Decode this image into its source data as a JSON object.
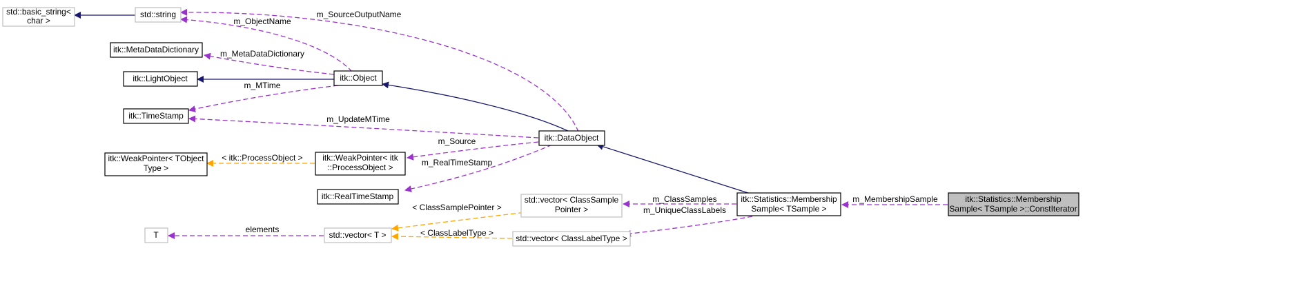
{
  "nodes": {
    "basic_string": [
      "std::basic_string<",
      "char >"
    ],
    "string": [
      "std::string"
    ],
    "meta_data_dictionary": [
      "itk::MetaDataDictionary"
    ],
    "light_object": [
      "itk::LightObject"
    ],
    "object": [
      "itk::Object"
    ],
    "time_stamp": [
      "itk::TimeStamp"
    ],
    "data_object": [
      "itk::DataObject"
    ],
    "weak_pointer_tobject": [
      "itk::WeakPointer< TObject",
      "Type >"
    ],
    "weak_pointer_process": [
      "itk::WeakPointer< itk",
      "::ProcessObject >"
    ],
    "real_time_stamp": [
      "itk::RealTimeStamp"
    ],
    "vector_class_sample": [
      "std::vector< ClassSample",
      "Pointer >"
    ],
    "membership_sample": [
      "itk::Statistics::Membership",
      "Sample< TSample >"
    ],
    "const_iterator": [
      "itk::Statistics::Membership",
      "Sample< TSample >::ConstIterator"
    ],
    "t": [
      "T"
    ],
    "vector_t": [
      "std::vector< T >"
    ],
    "vector_class_label": [
      "std::vector< ClassLabelType >"
    ]
  },
  "edge_labels": {
    "source_output_name": "m_SourceOutputName",
    "object_name": "m_ObjectName",
    "meta_data_dictionary": "m_MetaDataDictionary",
    "mtime": "m_MTime",
    "update_mtime": "m_UpdateMTime",
    "source": "m_Source",
    "process_object": "< itk::ProcessObject >",
    "real_time_stamp": "m_RealTimeStamp",
    "membership_sample": "m_MembershipSample",
    "class_samples": "m_ClassSamples",
    "unique_class_labels": "m_UniqueClassLabels",
    "class_sample_pointer": "< ClassSamplePointer >",
    "elements": "elements",
    "class_label_type": "< ClassLabelType >"
  },
  "colors": {
    "inheritance": "#191970",
    "usage": "#9a32cd",
    "template": "#ffa500",
    "focus_fill": "#bfbfbf"
  }
}
